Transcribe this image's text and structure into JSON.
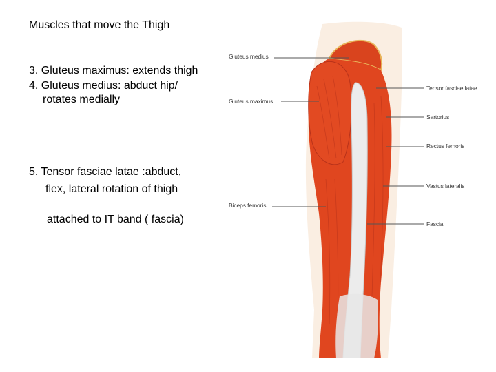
{
  "slide": {
    "title": "Muscles that move the Thigh",
    "item3": "3. Gluteus maximus: extends thigh",
    "item4_line1": "4. Gluteus medius: abduct hip/",
    "item4_line2": "rotates medially",
    "item5_line1": "5. Tensor fasciae latae :abduct,",
    "item5_line2": "flex, lateral rotation of thigh",
    "item5_line3": "attached to IT band ( fascia)"
  },
  "figure": {
    "labels": {
      "gluteus_medius": "Gluteus medius",
      "gluteus_maximus": "Gluteus maximus",
      "biceps_femoris": "Biceps femoris",
      "tensor_fasciae_latae": "Tensor fasciae latae",
      "sartorius": "Sartorius",
      "rectus_femoris": "Rectus femoris",
      "vastus_lateralis": "Vastus lateralis",
      "fascia": "Fascia"
    },
    "colors": {
      "muscle": "#e0461f",
      "muscle_dark": "#b8321a",
      "tendon": "#ececec",
      "skin": "#f5d9bf",
      "leader_line": "#555555"
    }
  }
}
